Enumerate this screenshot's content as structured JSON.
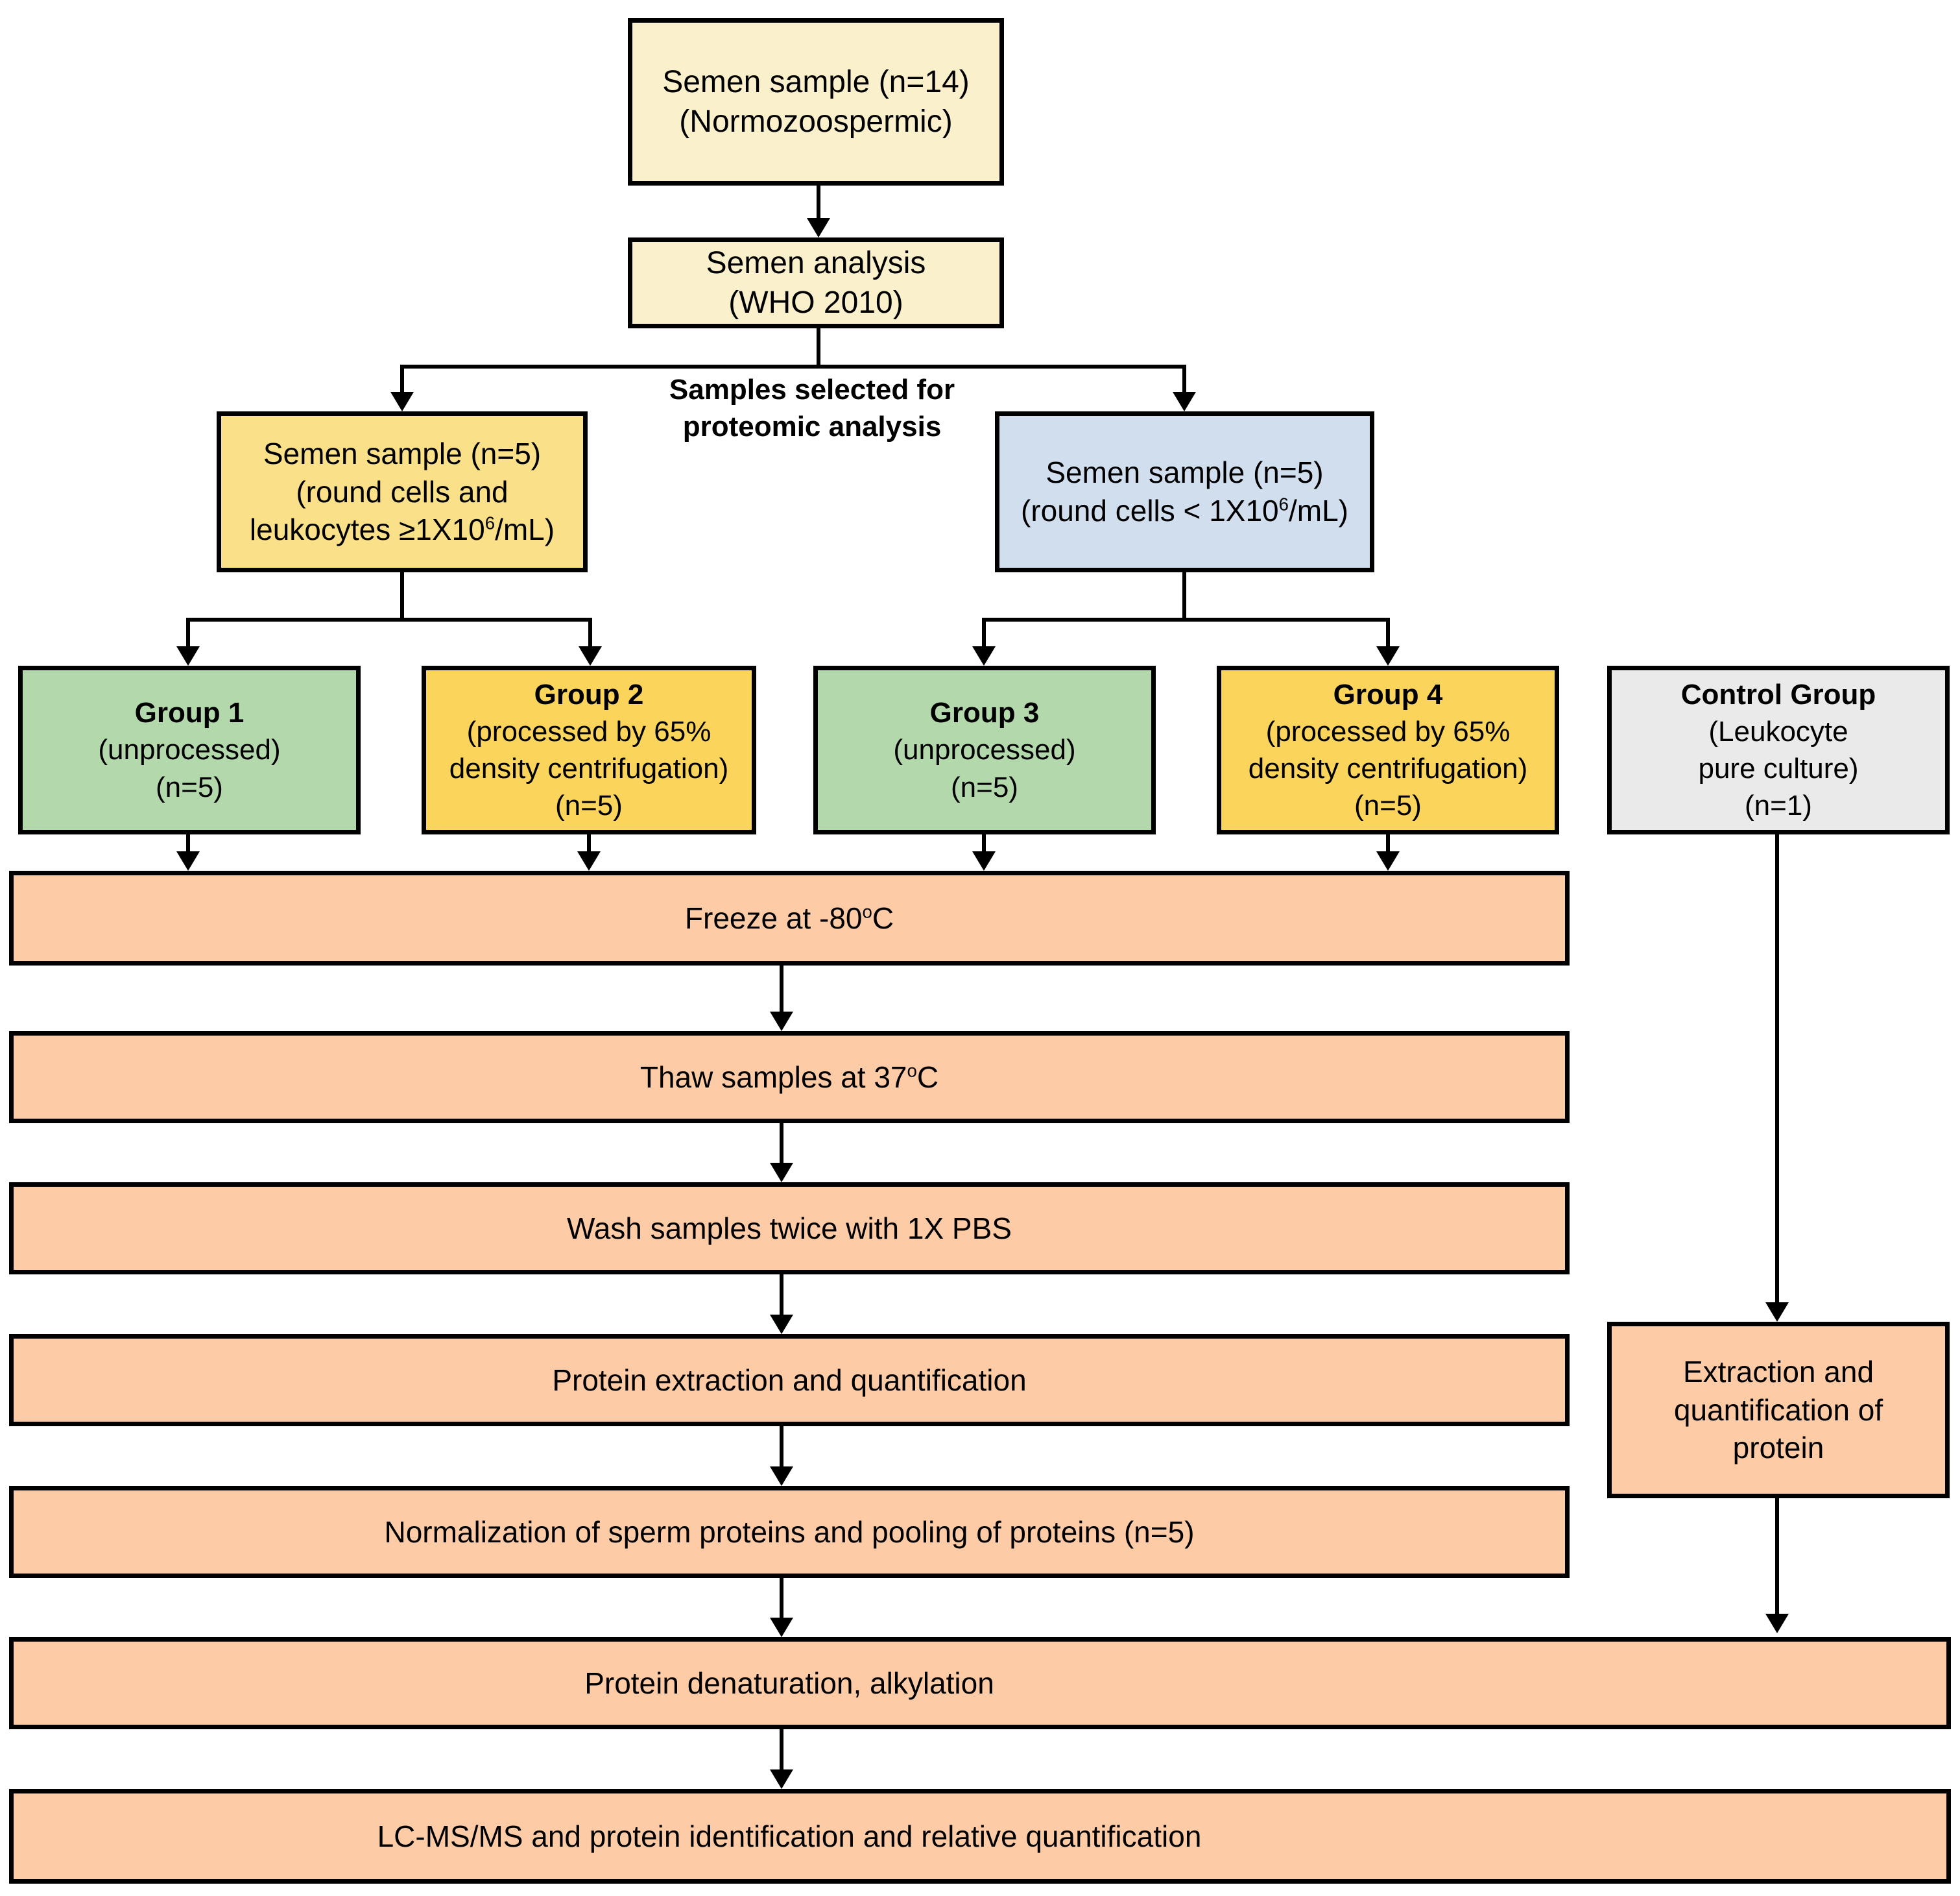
{
  "colors": {
    "cream": "#FAF0CB",
    "yellow": "#FAE088",
    "gold": "#FBD45C",
    "green": "#B2D8AC",
    "blue": "#D0DEEE",
    "gray": "#EAEAEA",
    "orange": "#FDCBA6",
    "border": "#000000"
  },
  "top_box": {
    "line1": "Semen sample (n=14)",
    "line2": "(Normozoospermic)"
  },
  "analysis_box": {
    "line1": "Semen analysis",
    "line2": "(WHO 2010)"
  },
  "selection_label": {
    "line1": "Samples selected for",
    "line2": "proteomic analysis"
  },
  "branch_left": {
    "line1": "Semen sample (n=5)",
    "line2": "(round cells and",
    "line3": {
      "pre": "leukocytes ≥1X10",
      "sup": "6",
      "post": "/mL)"
    }
  },
  "branch_right": {
    "line1": "Semen sample (n=5)",
    "line2": {
      "pre": "(round cells < 1X10",
      "sup": "6",
      "post": "/mL)"
    }
  },
  "groups": {
    "group1": {
      "title": "Group 1",
      "line2": "(unprocessed)",
      "line3": "(n=5)"
    },
    "group2": {
      "title": "Group 2",
      "line2": "(processed by 65%",
      "line3": "density centrifugation)",
      "line4": "(n=5)"
    },
    "group3": {
      "title": "Group 3",
      "line2": "(unprocessed)",
      "line3": "(n=5)"
    },
    "group4": {
      "title": "Group 4",
      "line2": "(processed by 65%",
      "line3": "density centrifugation)",
      "line4": "(n=5)"
    },
    "control": {
      "title": "Control Group",
      "line2": "(Leukocyte",
      "line3": "pure culture)",
      "line4": "(n=1)"
    }
  },
  "steps": {
    "freeze": {
      "pre": "Freeze at -80",
      "sup": "o",
      "post": "C"
    },
    "thaw": {
      "pre": "Thaw samples at 37",
      "sup": "o",
      "post": "C"
    },
    "wash": "Wash samples twice with 1X PBS",
    "extraction": "Protein extraction and quantification",
    "normalization": "Normalization of sperm proteins and pooling of proteins (n=5)",
    "denaturation": "Protein denaturation, alkylation",
    "lcms": "LC-MS/MS and protein identification and relative quantification"
  },
  "control_branch": {
    "extraction_box": {
      "line1": "Extraction and",
      "line2": "quantification of",
      "line3": "protein"
    }
  }
}
